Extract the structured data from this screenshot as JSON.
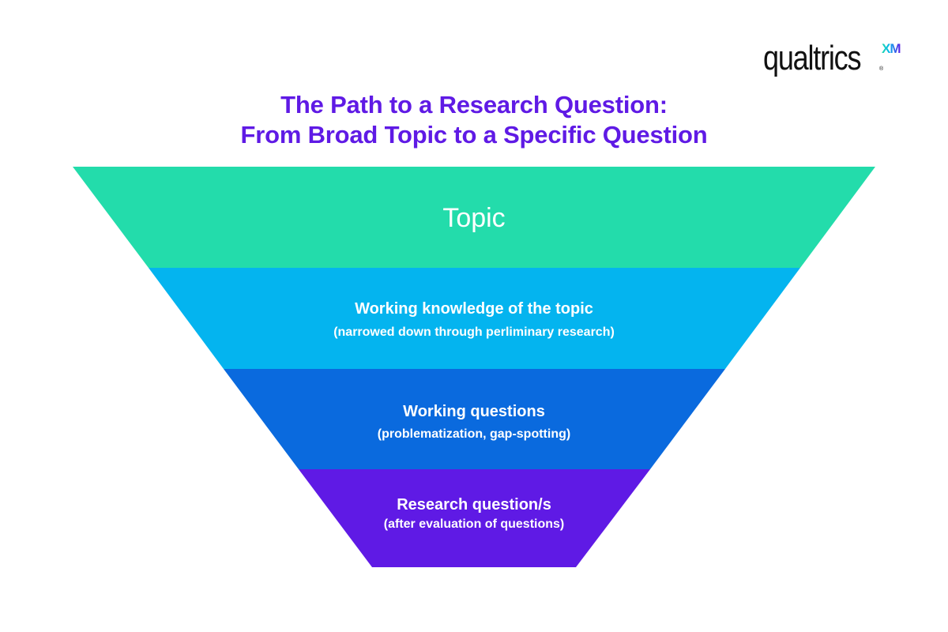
{
  "logo": {
    "wordmark": "qualtrics",
    "superscript": "XM",
    "registered": "®"
  },
  "title": {
    "line1": "The Path to a Research Question:",
    "line2": "From Broad Topic to a Specific Question"
  },
  "colors": {
    "title": "#5f1ae5",
    "band_1": "#23dcab",
    "band_2": "#04b4ef",
    "band_3": "#0a6ade",
    "band_4": "#5f1ae5",
    "text_on_band": "#ffffff"
  },
  "funnel": {
    "bands": [
      {
        "label": "Topic",
        "sublabel": ""
      },
      {
        "label": "Working knowledge of the topic",
        "sublabel": "(narrowed down through perliminary research)"
      },
      {
        "label": "Working questions",
        "sublabel": "(problematization, gap-spotting)"
      },
      {
        "label": "Research question/s",
        "sublabel": "(after evaluation of questions)"
      }
    ]
  }
}
